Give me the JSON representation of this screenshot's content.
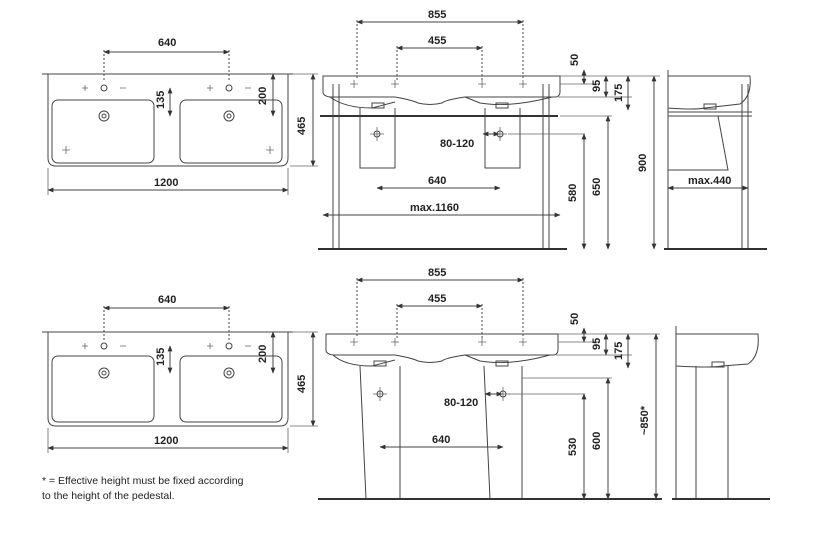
{
  "dimensions": {
    "top_plan": {
      "taps_spacing": "640",
      "hole_offset": "135",
      "rim_depth": "200",
      "depth": "465",
      "width": "1200"
    },
    "top_front": {
      "outer_spacing": "855",
      "inner_spacing": "455",
      "rim_height": "50",
      "bowl_height": "95",
      "total_height": "175",
      "waste_offset": "80-120",
      "pedestal_spacing": "640",
      "frame_width": "max.1160",
      "waste_height": "580",
      "rail_height": "650",
      "overall_height": "900"
    },
    "top_side": {
      "frame_depth": "max.440"
    },
    "bottom_plan": {
      "taps_spacing": "640",
      "hole_offset": "135",
      "rim_depth": "200",
      "depth": "465",
      "width": "1200"
    },
    "bottom_front": {
      "outer_spacing": "855",
      "inner_spacing": "455",
      "rim_height": "50",
      "bowl_height": "95",
      "total_height": "175",
      "waste_offset": "80-120",
      "pedestal_spacing": "640",
      "waste_height": "530",
      "trap_height": "600",
      "overall_height": "~850*"
    }
  },
  "footnote": {
    "line1": "* = Effective height must be fixed according",
    "line2": "to the height of the pedestal."
  }
}
